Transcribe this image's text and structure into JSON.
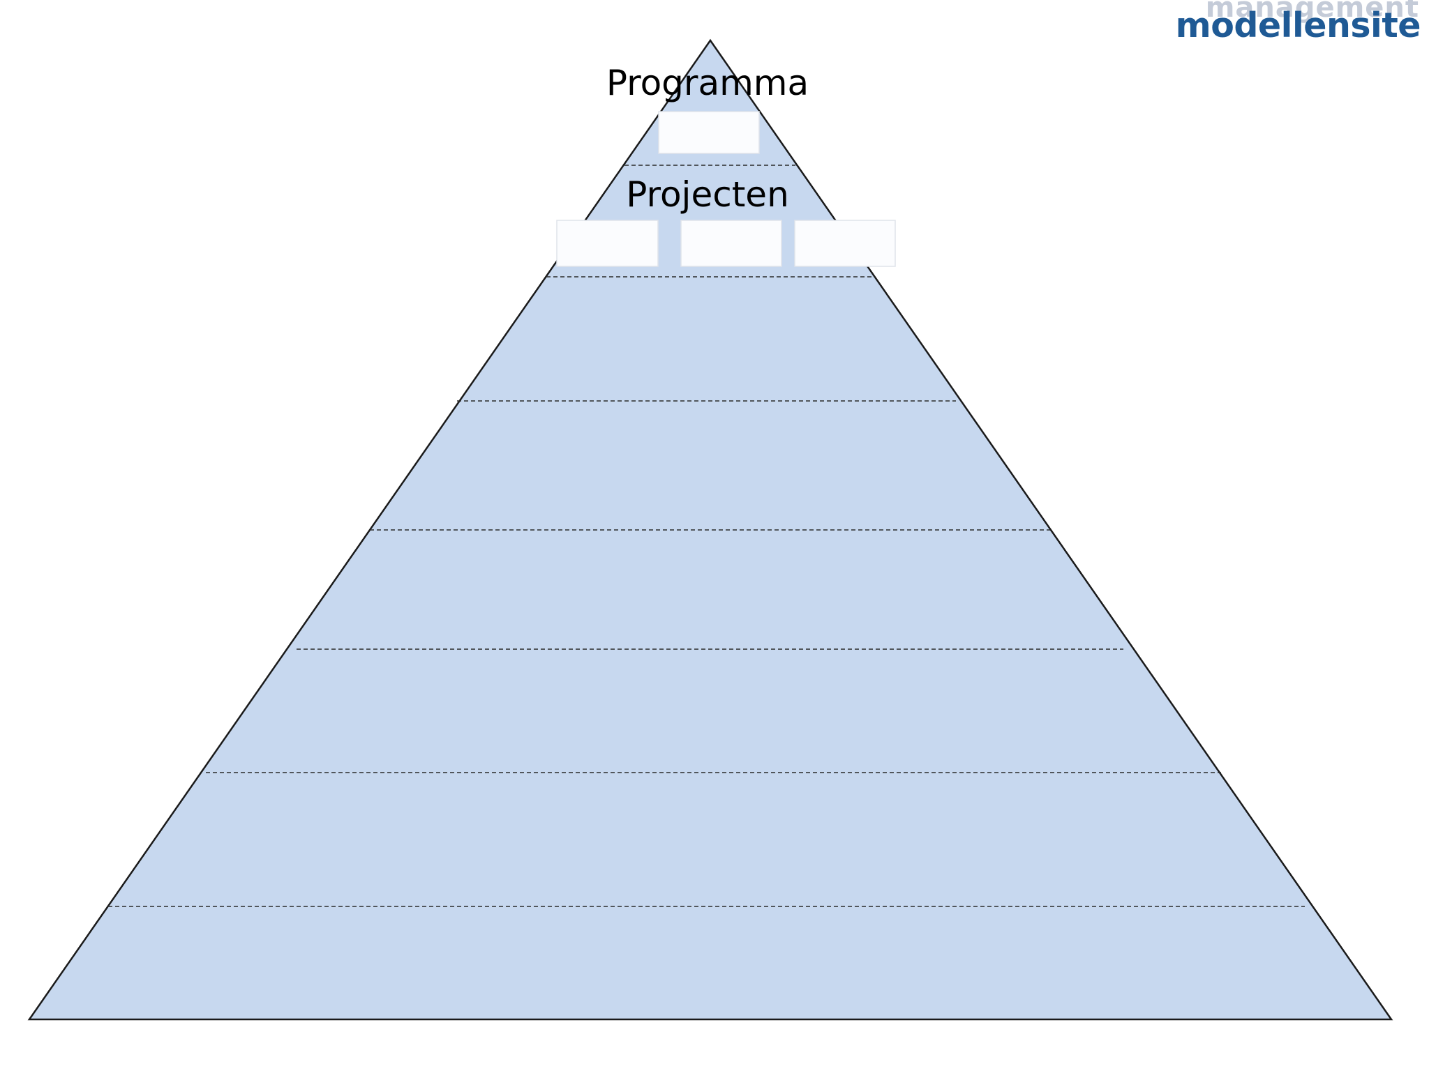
{
  "diagram": {
    "type": "pyramid",
    "levels": [
      {
        "label": "Programma",
        "boxes": 1
      },
      {
        "label": "Projecten",
        "boxes": 3
      },
      {
        "label": ""
      },
      {
        "label": ""
      },
      {
        "label": ""
      },
      {
        "label": ""
      },
      {
        "label": ""
      }
    ]
  },
  "brand": {
    "faint_text": "management",
    "main_text": "modellensite"
  },
  "colors": {
    "pyramid_fill": "#c7d8ef",
    "box_fill": "#fbfcfe",
    "outline": "#1a1a1a",
    "divider": "#2a2a2a",
    "brand_text": "#1f5a95"
  }
}
